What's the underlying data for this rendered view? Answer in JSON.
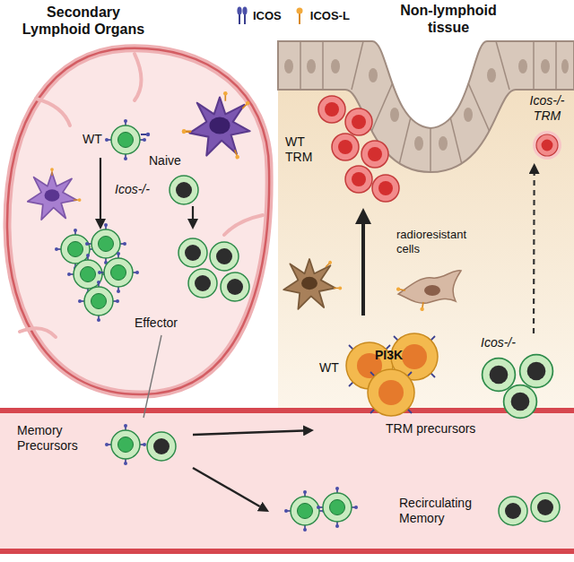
{
  "diagram": {
    "nodes": [
      {
        "text": [
          "Secondary Lymphoid Organs"
        ]
      },
      {
        "text": [
          "WT"
        ],
        "in": 0
      },
      {
        "text": [
          "Icos-/-"
        ],
        "in": 0
      },
      {
        "text": [
          "Effector"
        ],
        "in": 0
      },
      {
        "text": [
          "Non-lymphoid tissue"
        ]
      },
      {
        "text": [
          "WT TRM"
        ],
        "in": 4
      },
      {
        "text": [
          "Icos-/- TRM"
        ],
        "in": 4
      },
      {
        "text": [
          "radioresistant cells"
        ],
        "in": 4
      },
      {
        "text": [
          "PI3K",
          "WT",
          "TRM precursors"
        ]
      },
      {
        "text": [
          "Icos-/-"
        ]
      },
      {
        "text": [
          "Memory Precursors"
        ]
      },
      {
        "text": [
          "Recirculating Memory"
        ]
      }
    ],
    "edges": [
      {
        "from": 1,
        "to": 3,
        "arrow": "to"
      },
      {
        "from": 2,
        "to": 3,
        "arrow": "to"
      },
      {
        "from": 3,
        "to": 10,
        "arrow": "none"
      },
      {
        "from": 10,
        "to": 8,
        "arrow": "to"
      },
      {
        "from": 10,
        "to": 11,
        "arrow": "to"
      },
      {
        "from": 8,
        "to": 5,
        "arrow": "to"
      },
      {
        "from": 9,
        "to": 6,
        "arrow": "to"
      }
    ],
    "labels": [
      "Naive"
    ],
    "legend": [
      {
        "text": "ICOS"
      },
      {
        "text": "ICOS-L"
      }
    ]
  }
}
